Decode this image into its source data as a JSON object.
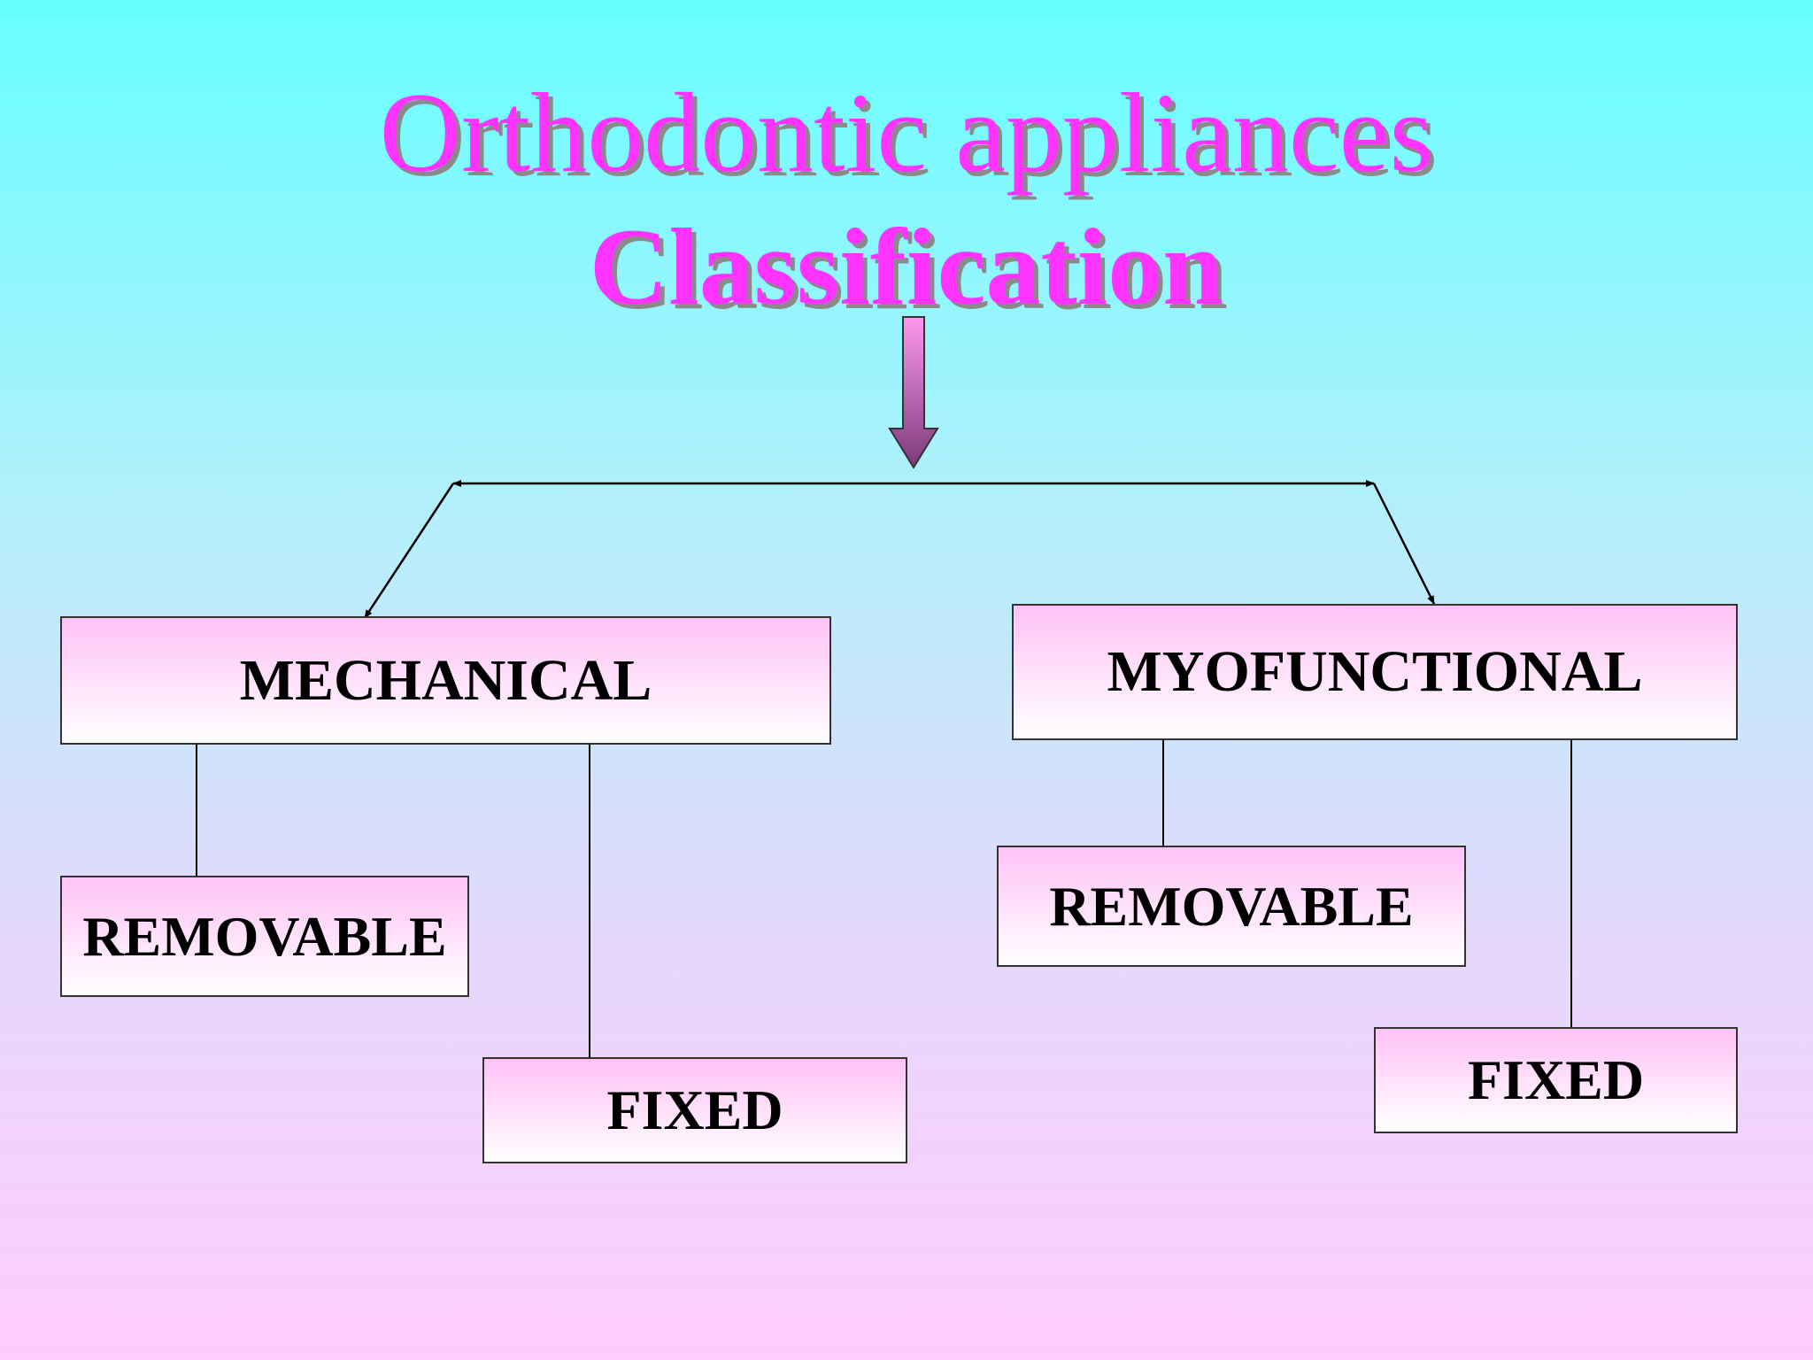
{
  "title": {
    "line1": "Orthodontic appliances",
    "line2": "Classification"
  },
  "colors": {
    "title": "#ff33ff",
    "title_shadow": "#8a8a8a",
    "arrow_top": "#ff99ee",
    "arrow_bottom": "#7a3a7a",
    "box_top": "#ffc2f6",
    "box_bottom": "#ffffff",
    "background_top": "#66ffff",
    "background_bottom": "#ffccfb"
  },
  "nodes": {
    "mechanical": "MECHANICAL",
    "myofunctional": "MYOFUNCTIONAL",
    "mechanical_removable": "REMOVABLE",
    "mechanical_fixed": "FIXED",
    "myofunctional_removable": "REMOVABLE",
    "myofunctional_fixed": "FIXED"
  }
}
